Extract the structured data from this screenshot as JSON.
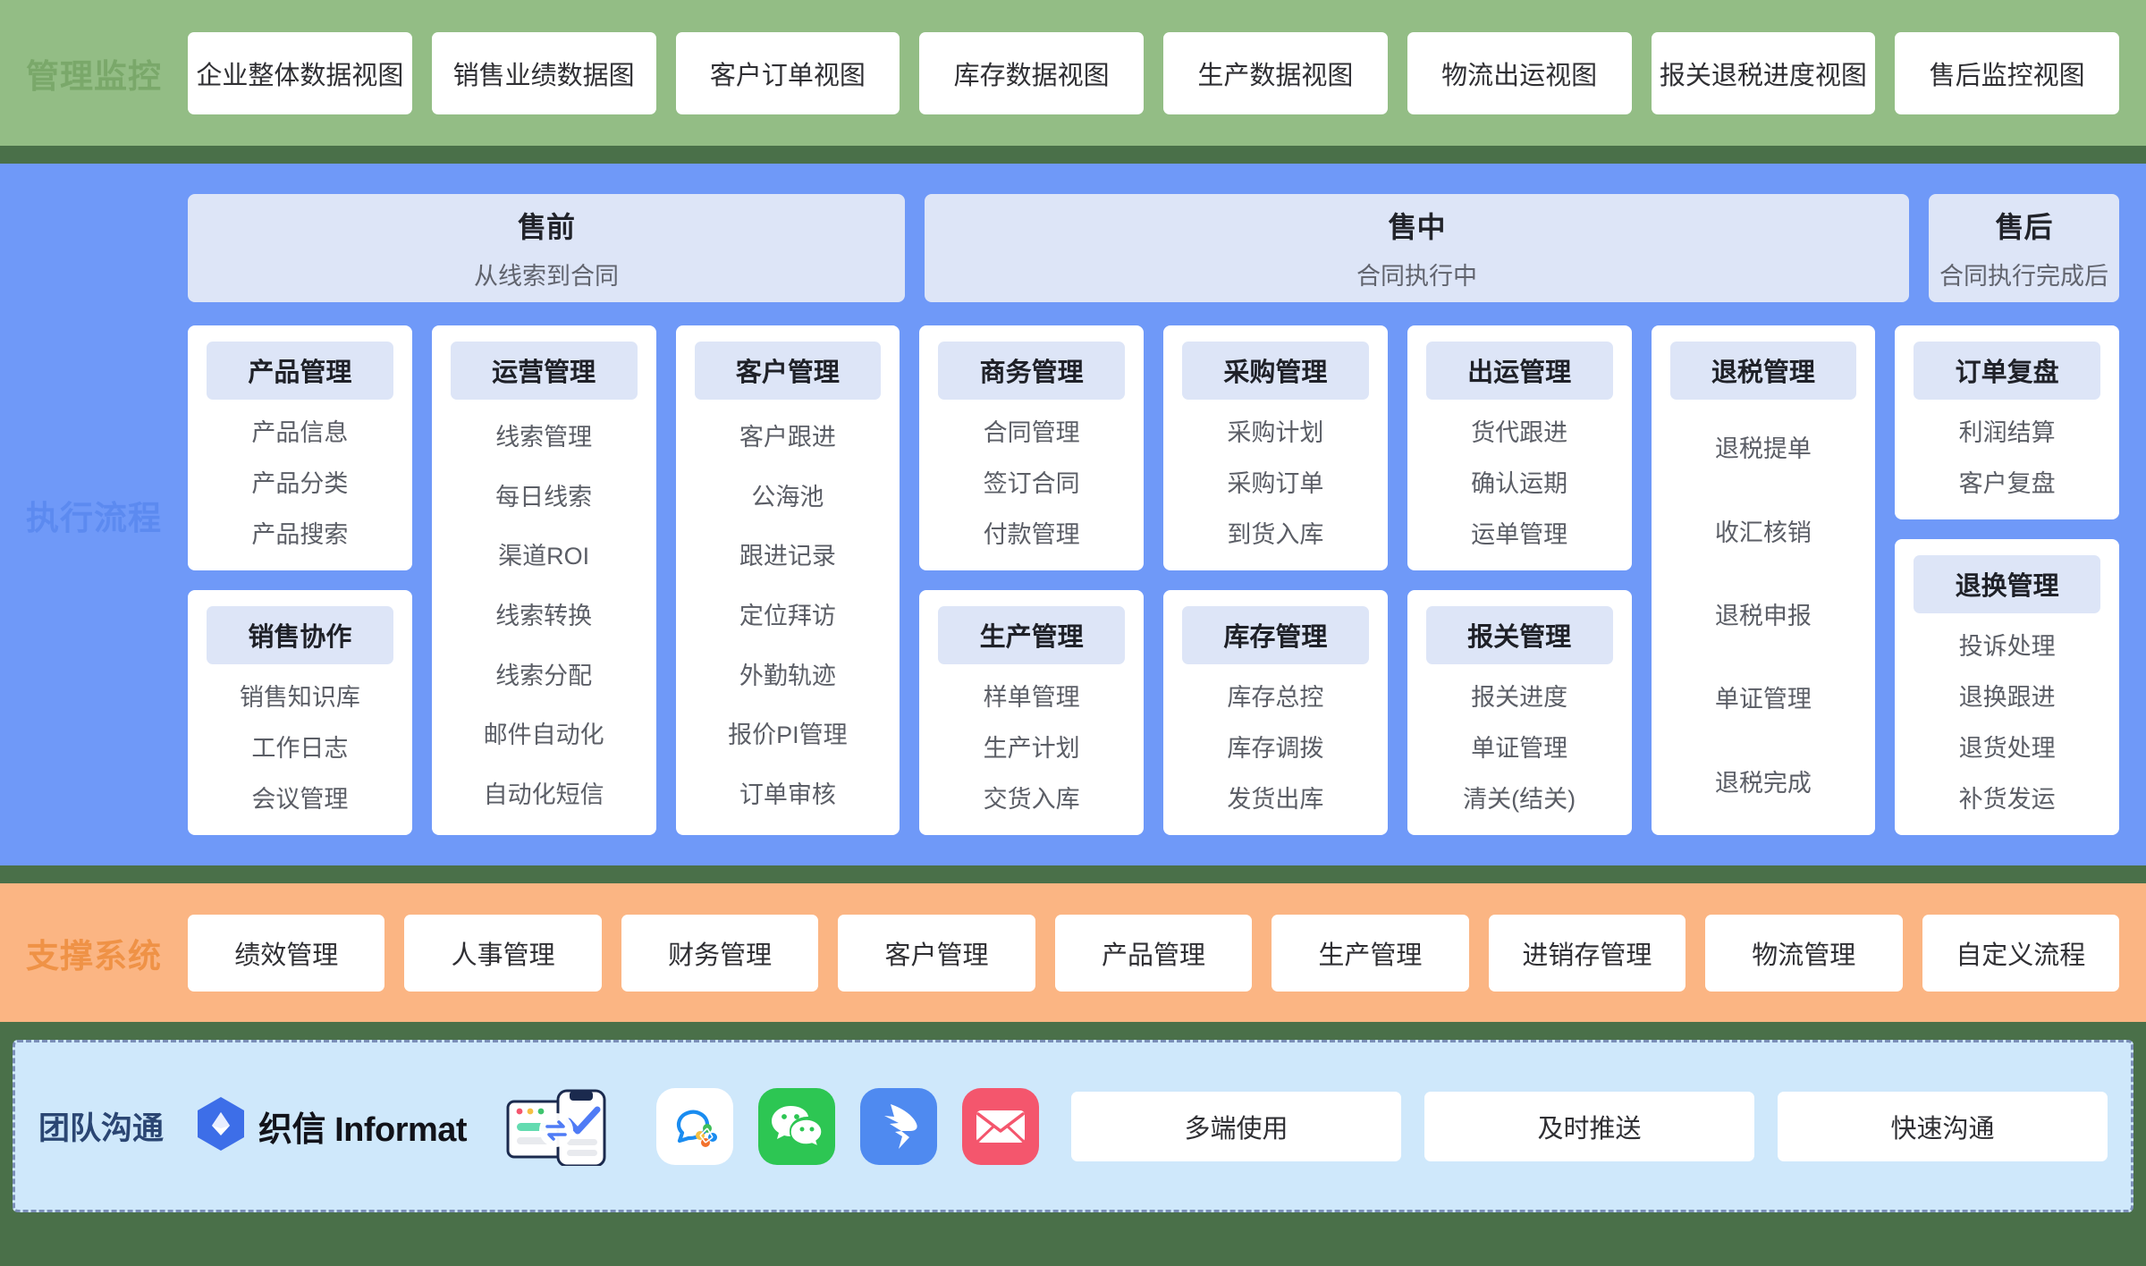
{
  "colors": {
    "management_band": "#93bd85",
    "flow_band": "#6f99f8",
    "support_band": "#fbb583",
    "comms_band": "#cfe8fb",
    "page_background": "#4a7049",
    "card_header": "#dde5f7",
    "brand_blue": "#3d6ee8"
  },
  "management": {
    "label": "管理监控",
    "cards": [
      "企业整体数据视图",
      "销售业绩数据图",
      "客户订单视图",
      "库存数据视图",
      "生产数据视图",
      "物流出运视图",
      "报关退税进度视图",
      "售后监控视图"
    ]
  },
  "flow": {
    "label": "执行流程",
    "stages": [
      {
        "title": "售前",
        "subtitle": "从线索到合同"
      },
      {
        "title": "售中",
        "subtitle": "合同执行中"
      },
      {
        "title": "售后",
        "subtitle": "合同执行完成后"
      }
    ],
    "columns": [
      {
        "cards": [
          {
            "title": "产品管理",
            "items": [
              "产品信息",
              "产品分类",
              "产品搜索"
            ]
          },
          {
            "title": "销售协作",
            "items": [
              "销售知识库",
              "工作日志",
              "会议管理"
            ]
          }
        ]
      },
      {
        "cards": [
          {
            "title": "运营管理",
            "items": [
              "线索管理",
              "每日线索",
              "渠道ROI",
              "线索转换",
              "线索分配",
              "邮件自动化",
              "自动化短信"
            ]
          }
        ]
      },
      {
        "cards": [
          {
            "title": "客户管理",
            "items": [
              "客户跟进",
              "公海池",
              "跟进记录",
              "定位拜访",
              "外勤轨迹",
              "报价PI管理",
              "订单审核"
            ]
          }
        ]
      },
      {
        "cards": [
          {
            "title": "商务管理",
            "items": [
              "合同管理",
              "签订合同",
              "付款管理"
            ]
          },
          {
            "title": "生产管理",
            "items": [
              "样单管理",
              "生产计划",
              "交货入库"
            ]
          }
        ]
      },
      {
        "cards": [
          {
            "title": "采购管理",
            "items": [
              "采购计划",
              "采购订单",
              "到货入库"
            ]
          },
          {
            "title": "库存管理",
            "items": [
              "库存总控",
              "库存调拨",
              "发货出库"
            ]
          }
        ]
      },
      {
        "cards": [
          {
            "title": "出运管理",
            "items": [
              "货代跟进",
              "确认运期",
              "运单管理"
            ]
          },
          {
            "title": "报关管理",
            "items": [
              "报关进度",
              "单证管理",
              "清关(结关)"
            ]
          }
        ]
      },
      {
        "cards": [
          {
            "title": "退税管理",
            "items": [
              "退税提单",
              "收汇核销",
              "退税申报",
              "单证管理",
              "退税完成"
            ]
          }
        ]
      },
      {
        "cards": [
          {
            "title": "订单复盘",
            "items": [
              "利润结算",
              "客户复盘"
            ]
          },
          {
            "title": "退换管理",
            "items": [
              "投诉处理",
              "退换跟进",
              "退货处理",
              "补货发运"
            ]
          }
        ]
      }
    ]
  },
  "support": {
    "label": "支撑系统",
    "cards": [
      "绩效管理",
      "人事管理",
      "财务管理",
      "客户管理",
      "产品管理",
      "生产管理",
      "进销存管理",
      "物流管理",
      "自定义流程"
    ]
  },
  "comms": {
    "title": "团队沟通",
    "brand_name": "织信 Informat",
    "icons": [
      "multi-device-sync-icon",
      "dingtalk-chat-icon",
      "wechat-icon",
      "dingtalk-wing-icon",
      "email-icon"
    ],
    "tags": [
      "多端使用",
      "及时推送",
      "快速沟通"
    ]
  }
}
